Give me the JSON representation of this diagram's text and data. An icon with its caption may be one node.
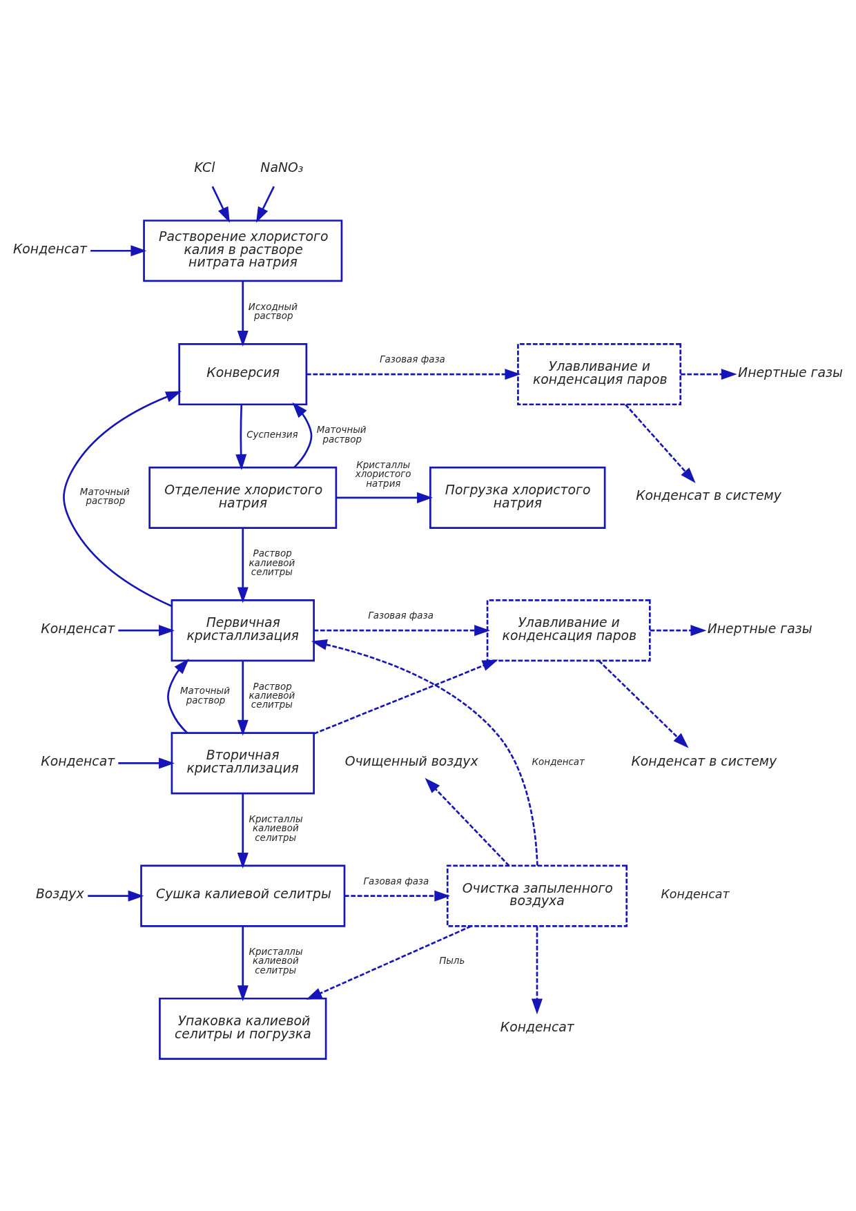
{
  "diagram": {
    "nodes": [
      {
        "text": [
          "KCl"
        ]
      },
      {
        "text": [
          "Конденсат"
        ]
      },
      {
        "text": [
          "Растворение хлористого калия в растворе нитрата натрия"
        ]
      },
      {
        "text": [
          "NaNO₃"
        ]
      },
      {
        "text": [
          "Конверсия"
        ]
      },
      {
        "text": [
          "Улавливание и конденсация паров"
        ]
      },
      {
        "text": [
          "Инертные газы"
        ]
      },
      {
        "text": [
          "Конденсат в систему"
        ]
      },
      {
        "text": [
          "Отделение хлористого натрия"
        ]
      },
      {
        "text": [
          "Погрузка хлористого натрия"
        ]
      },
      {
        "text": [
          "Первичная кристаллизация"
        ]
      },
      {
        "text": [
          "Конденсат"
        ]
      },
      {
        "text": [
          "Улавливание и конденсация паров"
        ]
      },
      {
        "text": [
          "Инертные газы"
        ]
      },
      {
        "text": [
          "Конденсат в систему"
        ]
      },
      {
        "text": [
          "Конденсат"
        ]
      },
      {
        "text": [
          "Вторичная кристаллизация"
        ]
      },
      {
        "text": [
          "Очищенный воздух"
        ]
      },
      {
        "text": [
          "Воздух"
        ]
      },
      {
        "text": [
          "Сушка калиевой селитры"
        ]
      },
      {
        "text": [
          "Очистка запыленного воздуха"
        ]
      },
      {
        "text": [
          "Конденсат"
        ]
      },
      {
        "text": [
          "Упаковка калиевой селитры и погрузка"
        ]
      }
    ],
    "edges": [
      {
        "from": 0,
        "to": 2,
        "arrow": "to"
      },
      {
        "from": 1,
        "to": 2,
        "arrow": "to"
      },
      {
        "from": 3,
        "to": 2,
        "arrow": "to"
      },
      {
        "from": 2,
        "to": 4,
        "arrow": "to",
        "label": "Исходный раствор"
      },
      {
        "from": 4,
        "to": 5,
        "arrow": "to",
        "label": "Газовая фаза",
        "style": "dashed"
      },
      {
        "from": 5,
        "to": 6,
        "arrow": "to",
        "style": "dashed"
      },
      {
        "from": 5,
        "to": 7,
        "arrow": "to",
        "style": "dashed"
      },
      {
        "from": 4,
        "to": 8,
        "arrow": "to",
        "label": "Суспензия"
      },
      {
        "from": 8,
        "to": 4,
        "arrow": "to",
        "label": "Маточный раствор"
      },
      {
        "from": 8,
        "to": 9,
        "arrow": "to",
        "label": "Кристаллы хлористого натрия"
      },
      {
        "from": 8,
        "to": 10,
        "arrow": "to",
        "label": "Раствор калиевой селитры"
      },
      {
        "from": 10,
        "to": 4,
        "arrow": "to",
        "label": "Маточный раствор"
      },
      {
        "from": 20,
        "to": 10,
        "arrow": "to",
        "label": "Конденсат",
        "style": "dashed"
      },
      {
        "from": 11,
        "to": 10,
        "arrow": "to"
      },
      {
        "from": 10,
        "to": 16,
        "arrow": "to",
        "label": "Раствор калиевой селитры"
      },
      {
        "from": 10,
        "to": 12,
        "arrow": "to",
        "label": "Газовая фаза",
        "style": "dashed"
      },
      {
        "from": 16,
        "to": 12,
        "arrow": "to",
        "style": "dashed"
      },
      {
        "from": 12,
        "to": 13,
        "arrow": "to",
        "style": "dashed"
      },
      {
        "from": 12,
        "to": 14,
        "arrow": "to",
        "style": "dashed"
      },
      {
        "from": 15,
        "to": 16,
        "arrow": "to"
      },
      {
        "from": 16,
        "to": 10,
        "arrow": "to",
        "label": "Маточный раствор"
      },
      {
        "from": 16,
        "to": 19,
        "arrow": "to",
        "label": "Кристаллы калиевой селитры"
      },
      {
        "from": 18,
        "to": 19,
        "arrow": "to"
      },
      {
        "from": 19,
        "to": 20,
        "arrow": "to",
        "label": "Газовая фаза",
        "style": "dashed"
      },
      {
        "from": 20,
        "to": 17,
        "arrow": "to",
        "style": "dashed"
      },
      {
        "from": 20,
        "to": 21,
        "arrow": "to",
        "style": "dashed"
      },
      {
        "from": 19,
        "to": 22,
        "arrow": "to",
        "label": "Кристаллы калиевой селитры"
      },
      {
        "from": 20,
        "to": 22,
        "arrow": "to",
        "label": "Пыль",
        "style": "dashed"
      }
    ],
    "labels": [
      "Конденсат"
    ]
  }
}
